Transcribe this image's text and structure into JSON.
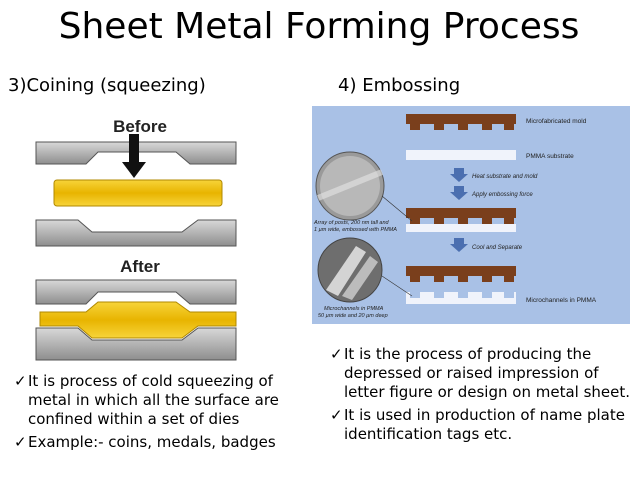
{
  "slide": {
    "title": "Sheet Metal Forming Process",
    "left_heading": "3)Coining (squeezing)",
    "right_heading": "4) Embossing"
  },
  "coining_figure": {
    "before_label": "Before",
    "after_label": "After",
    "colors": {
      "die": "#8a8a8a",
      "die_light": "#c8c8c8",
      "blank": "#f2c200",
      "arrow": "#111111"
    }
  },
  "embossing_figure": {
    "background": "#a9c1e6",
    "mold_color": "#7a3f1c",
    "substrate_color": "#f0f3fb",
    "labels": {
      "mold": "Microfabricated mold",
      "substrate": "PMMA substrate",
      "step1": "Heat substrate and mold",
      "step2": "Apply embossing force",
      "step3": "Cool and Separate",
      "channels": "Microchannels in PMMA",
      "posts_line1": "Array of posts, 200 nm tall and",
      "posts_line2": "1 µm wide, embossed with PMMA",
      "micro_line1": "Microchannels in PMMA",
      "micro_line2": "50 µm wide and 20 µm deep"
    }
  },
  "bullet_mark": "✓",
  "left_bullets": [
    {
      "text": "It is process of cold squeezing of metal in which all the surface are confined within a set of dies"
    },
    {
      "text": "Example:- coins, medals, badges"
    }
  ],
  "right_bullets": [
    {
      "text": "It is the process of producing the depressed or raised impression of letter figure or design on metal sheet."
    },
    {
      "text": "It is used in production of name plate identification tags etc."
    }
  ]
}
